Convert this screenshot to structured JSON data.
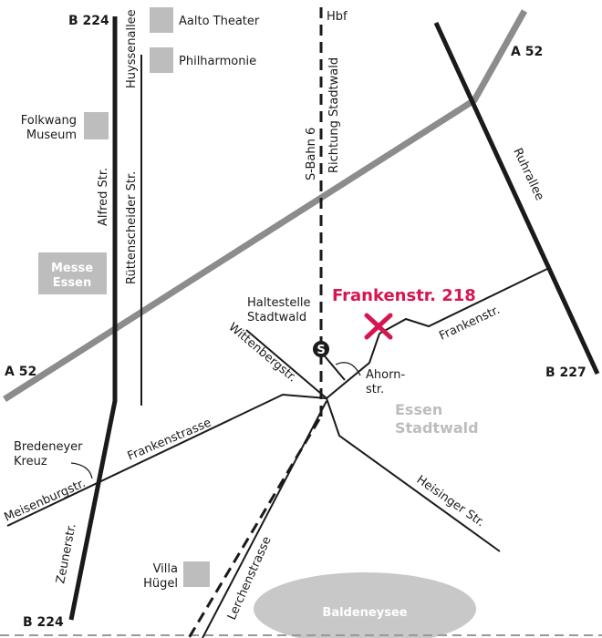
{
  "colors": {
    "accent": "#d6164f",
    "road": "#1a1a1a",
    "highway": "#8c8c8c",
    "poi": "#bdbdbd",
    "lake": "#c8c8c8"
  },
  "highways": {
    "b224_top": "B 224",
    "b224_bottom": "B 224",
    "a52_left": "A 52",
    "a52_right": "A 52",
    "b227": "B 227"
  },
  "streets": {
    "huyssenallee": "Huyssenallee",
    "ruettenscheider": "Rüttenscheider Str.",
    "alfred": "Alfred Str.",
    "ruhrallee": "Ruhrallee",
    "wittenberg": "Wittenbergstr.",
    "frankenstr": "Frankenstr.",
    "frankenstrasse": "Frankenstrasse",
    "meisenburg": "Meisenburgstr.",
    "zeuner": "Zeunerstr.",
    "lerchen": "Lerchenstrasse",
    "heisinger": "Heisinger Str.",
    "ahorn_1": "Ahorn-",
    "ahorn_2": "str."
  },
  "rail": {
    "hbf": "Hbf",
    "sbahn": "S-Bahn 6",
    "direction": "Richtung Stadtwald",
    "station_1": "Haltestelle",
    "station_2": "Stadtwald",
    "station_icon": "S"
  },
  "pois": {
    "aalto": "Aalto Theater",
    "philharmonie": "Philharmonie",
    "folkwang_1": "Folkwang",
    "folkwang_2": "Museum",
    "messe_1": "Messe",
    "messe_2": "Essen",
    "villa_1": "Villa",
    "villa_2": "Hügel",
    "kreuz_1": "Bredeneyer",
    "kreuz_2": "Kreuz",
    "lake": "Baldeneysee"
  },
  "district": {
    "line1": "Essen",
    "line2": "Stadtwald"
  },
  "destination": {
    "label": "Frankenstr. 218"
  }
}
